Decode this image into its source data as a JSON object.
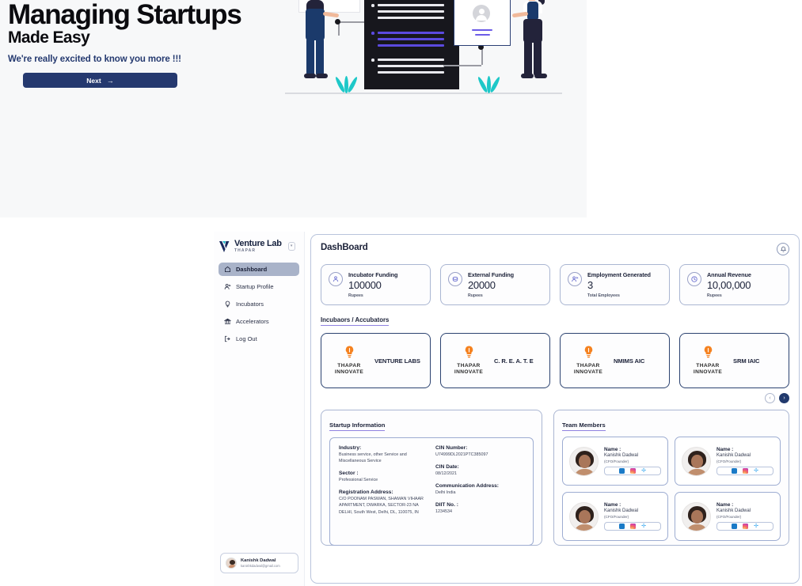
{
  "hero": {
    "title": "Managing Startups",
    "subtitle": "Made Easy",
    "tagline": "We're really excited to know you more !!!",
    "next_label": "Next",
    "next_arrow": "→",
    "accent_navy": "#25396f"
  },
  "sidebar": {
    "brand_name": "Venture Lab",
    "brand_sub": "THAPAR",
    "items": [
      {
        "label": "Dashboard",
        "icon": "home-icon",
        "active": true
      },
      {
        "label": "Startup Profile",
        "icon": "person-icon",
        "active": false
      },
      {
        "label": "Incubators",
        "icon": "bulb-icon",
        "active": false
      },
      {
        "label": "Accelerators",
        "icon": "bank-icon",
        "active": false
      },
      {
        "label": "Log Out",
        "icon": "logout-icon",
        "active": false
      }
    ],
    "user": {
      "name": "Kanishk Dadwal",
      "email": "kanishkdadwal@gmail.com"
    }
  },
  "header": {
    "title": "DashBoard",
    "bell_icon": "bell-icon"
  },
  "stats": [
    {
      "label": "Incubator Funding",
      "value": "100000",
      "unit": "Rupees",
      "icon": "incubator-icon"
    },
    {
      "label": "External Funding",
      "value": "20000",
      "unit": "Rupees",
      "icon": "funding-icon"
    },
    {
      "label": "Employment Generated",
      "value": "3",
      "unit": "Total Employees",
      "icon": "employment-icon"
    },
    {
      "label": "Annual Revenue",
      "value": "10,00,000",
      "unit": "Rupees",
      "icon": "revenue-icon"
    }
  ],
  "incubators": {
    "section_title": "Incubaors / Accubators",
    "logo_line1": "THAPAR",
    "logo_line2": "INNOVATE",
    "cards": [
      {
        "name": "VENTURE LABS"
      },
      {
        "name": "C. R. E. A. T. E"
      },
      {
        "name": "NMIMS AIC"
      },
      {
        "name": "SRM IAIC"
      }
    ],
    "carousel": {
      "prev": "‹",
      "next": "›"
    }
  },
  "startup_information": {
    "title": "Startup Information",
    "left": [
      {
        "label": "Industry:",
        "value": "Business service, other Service and Miscellaneous Service"
      },
      {
        "label": "Sector :",
        "value": "Professional Service"
      },
      {
        "label": "Registration Address:",
        "value": "C/O POONAM PASWAN, SHAMAN VIHAAR APARTMENT, DWARKA, SECTOR-23 NA DELHI, South West, Delhi, DL, 110075, IN"
      }
    ],
    "right": [
      {
        "label": "CIN Number:",
        "value": "U74999DL2021PTC385097"
      },
      {
        "label": "CIN Date:",
        "value": "08/12/2021"
      },
      {
        "label": "Communication Address:",
        "value": "Delhi India"
      },
      {
        "label": "DIIT No. :",
        "value": "1234534"
      }
    ]
  },
  "team_members": {
    "title": "Team Members",
    "members": [
      {
        "name_label": "Name :",
        "name": "Kanishk Dadwal",
        "role": "(CFO/Founder)"
      },
      {
        "name_label": "Name :",
        "name": "Kanishk Dadwal",
        "role": "(CFO/Founder)"
      },
      {
        "name_label": "Name :",
        "name": "Kanishk Dadwal",
        "role": "(CFO/Founder)"
      },
      {
        "name_label": "Name :",
        "name": "Kanishk Dadwal",
        "role": "(CFO/Founder)"
      }
    ],
    "social_icons": [
      "linkedin-icon",
      "instagram-icon",
      "twitter-icon"
    ]
  }
}
